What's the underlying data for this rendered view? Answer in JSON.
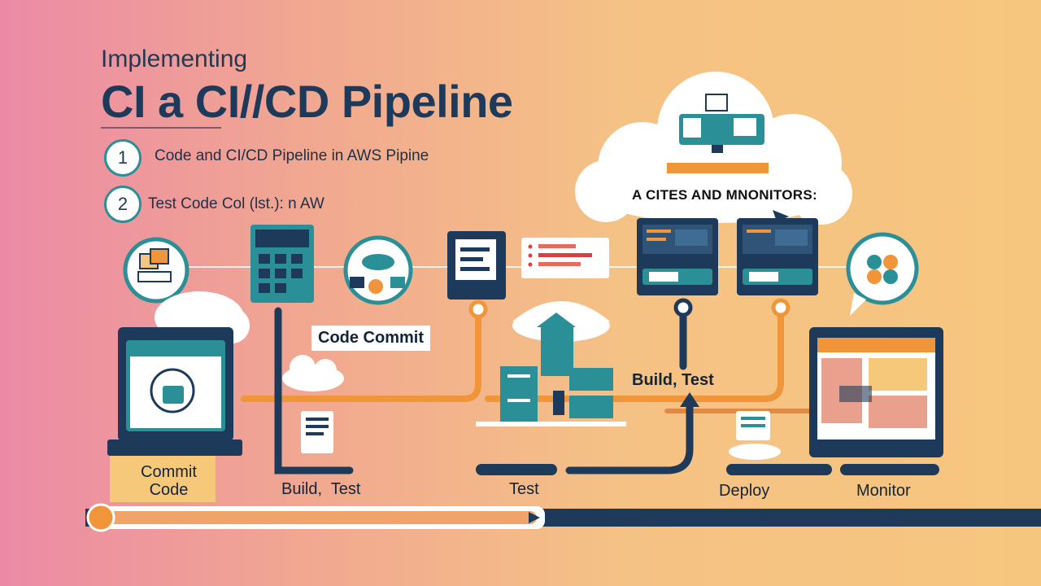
{
  "header": {
    "subtitle": "Implementing",
    "title": "CI a CI//CD Pipeline"
  },
  "steps": [
    {
      "number": "1",
      "text": "Code and CI/CD Pipeline in AWS Pipine"
    },
    {
      "number": "2",
      "text": "Test Code Col (lst.): n AW"
    }
  ],
  "cloud": {
    "caption": "A CITES AND MNONITORS:"
  },
  "diagram": {
    "code_commit_label": "Code Commit",
    "build_test_mid_label": "Build, Test",
    "stages": [
      {
        "line1": "Commit",
        "line2": "Code"
      },
      {
        "line1": "Build,  Test"
      },
      {
        "line1": "Test"
      },
      {
        "line1": "Deploy"
      },
      {
        "line1": "Monitor"
      }
    ]
  },
  "colors": {
    "navy": "#1e3a5a",
    "teal": "#2a8f96",
    "orange": "#f0953a",
    "pink_start": "#ec8aa6",
    "peach_end": "#f7c67e"
  }
}
